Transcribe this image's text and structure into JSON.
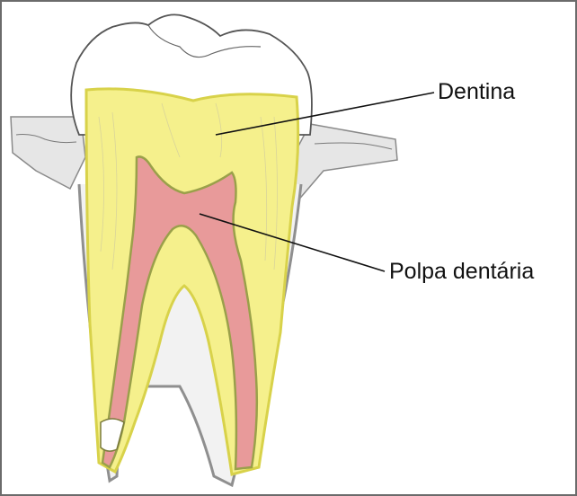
{
  "diagram": {
    "labels": {
      "dentina": "Dentina",
      "polpa": "Polpa dentária"
    }
  },
  "colors": {
    "dentin": "#f5f08c",
    "dentin_edge": "#d8d24a",
    "pulp": "#e89a9a",
    "pulp_edge": "#9aa04a",
    "enamel_line": "#555555",
    "cementum": "#9b9b9b",
    "gum": "#cfcfcf",
    "leader_line": "#111111"
  },
  "icons": {
    "tooth": "tooth-illustration"
  }
}
